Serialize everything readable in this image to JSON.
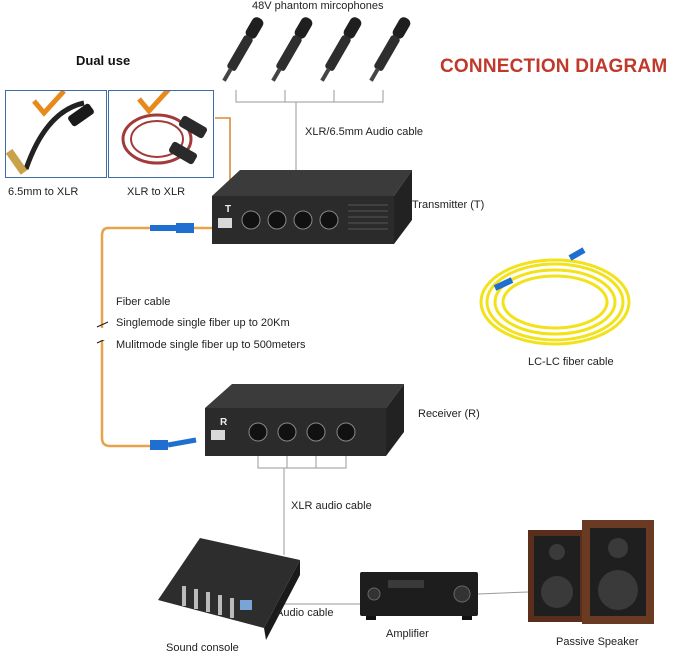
{
  "diagram": {
    "title": "CONNECTION DIAGRAM",
    "mics_label": "48V phantom mircophones",
    "dual_use": "Dual use",
    "cable_635_label": "6.5mm to XLR",
    "cable_xlr_label": "XLR to XLR",
    "audio_cable_top": "XLR/6.5mm Audio cable",
    "transmitter_label": "Transmitter (T)",
    "transmitter_letter": "T",
    "fiber_cable": "Fiber cable",
    "singlemode": "Singlemode single fiber up to 20Km",
    "multimode": "Mulitmode single fiber up to 500meters",
    "lc_cable": "LC-LC fiber cable",
    "receiver_label": "Receiver (R)",
    "receiver_letter": "R",
    "xlr_audio_cable": "XLR audio cable",
    "audio_cable_bottom": "Audio cable",
    "sound_console": "Sound console",
    "amplifier": "Amplifier",
    "passive_speaker": "Passive Speaker"
  },
  "colors": {
    "title_red": "#c0392b",
    "fiber_yellow": "#f2e21a",
    "fiber_orange": "#e8a24a",
    "lc_blue": "#1f6fd1",
    "device_dark": "#2b2b2b",
    "box_blue": "#3a6ea5",
    "check_orange": "#e8891c"
  }
}
